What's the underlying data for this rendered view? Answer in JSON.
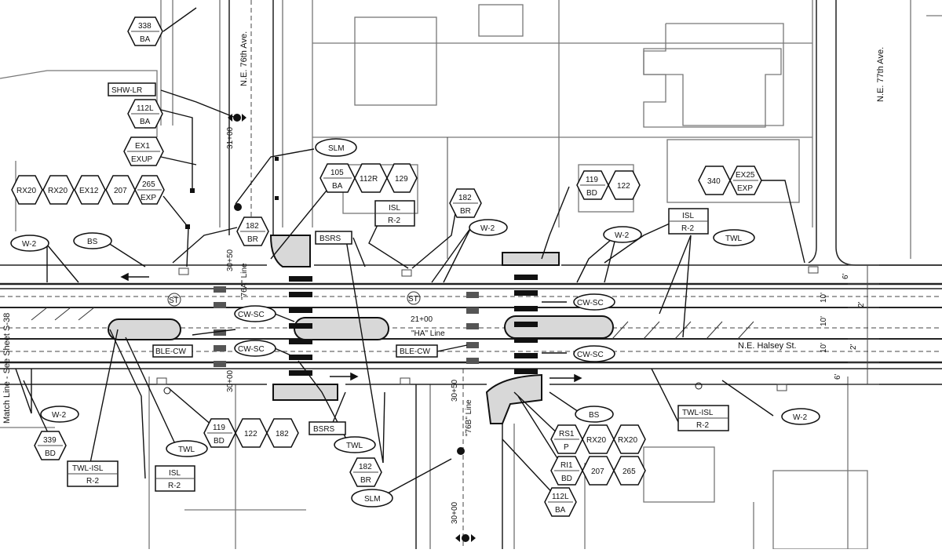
{
  "streets": {
    "ne76": "N.E. 76th Ave.",
    "ne77": "N.E. 77th Ave.",
    "halsey": "N.E. Halsey St.",
    "match_line": "Match Line - See Sheet S-38"
  },
  "stations": {
    "s1": "31+00",
    "s2": "30+50",
    "s3": "30+00",
    "s4": "21+00",
    "s5": "30+50",
    "s6": "30+00"
  },
  "lines": {
    "l76a": "\"76A\" Line",
    "lha": "\"HA\" Line",
    "l76b": "\"76B\" Line"
  },
  "lane_dims": {
    "d1": "6'",
    "d2": "10'",
    "d3": "2'",
    "d4": "10'",
    "d5": "10'",
    "d6": "2'",
    "d7": "6'"
  },
  "tags": {
    "h338": [
      "338",
      "BA"
    ],
    "r_shwlr": "SHW-LR",
    "h112l_a": [
      "112L",
      "BA"
    ],
    "h_ex1": [
      "EX1",
      "EXUP"
    ],
    "h_rx20a": "RX20",
    "h_rx20b": "RX20",
    "h_ex12": "EX12",
    "h_207a": "207",
    "h_265a": [
      "265",
      "EXP"
    ],
    "o_slm_a": "SLM",
    "h105": [
      "105",
      "BA"
    ],
    "h112r": "112R",
    "h129": "129",
    "h119_a": [
      "119",
      "BD"
    ],
    "h122_a": "122",
    "h340": "340",
    "h_ex25": [
      "EX25",
      "EXP"
    ],
    "o_w2_a": "W-2",
    "o_bs_a": "BS",
    "h182_a": [
      "182",
      "BR"
    ],
    "r_bsrs_a": "BSRS",
    "r_isl_a": [
      "ISL",
      "R-2"
    ],
    "h182_b": [
      "182",
      "BR"
    ],
    "o_w2_b": "W-2",
    "o_w2_c": "W-2",
    "r_isl_b": [
      "ISL",
      "R-2"
    ],
    "o_twl_a": "TWL",
    "o_cwsc_a": "CW-SC",
    "o_cwsc_b": "CW-SC",
    "o_cwsc_c": "CW-SC",
    "o_cwsc_d": "CW-SC",
    "r_blecw_a": "BLE-CW",
    "r_blecw_b": "BLE-CW",
    "o_w2_d": "W-2",
    "h339": [
      "339",
      "BD"
    ],
    "r_twlisl_a": [
      "TWL-ISL",
      "R-2"
    ],
    "r_isl_c": [
      "ISL",
      "R-2"
    ],
    "o_twl_b": "TWL",
    "h119_b": [
      "119",
      "BD"
    ],
    "h122_b": "122",
    "h182_c": "182",
    "r_bsrs_b": "BSRS",
    "o_twl_c": "TWL",
    "h182_d": [
      "182",
      "BR"
    ],
    "o_slm_b": "SLM",
    "o_bs_b": "BS",
    "h_rs1": [
      "RS1",
      "P"
    ],
    "h_rx20c": "RX20",
    "h_rx20d": "RX20",
    "h_ri1": [
      "RI1",
      "BD"
    ],
    "h_207b": "207",
    "h_265b": "265",
    "h112l_b": [
      "112L",
      "BA"
    ],
    "r_twlisl_b": [
      "TWL-ISL",
      "R-2"
    ],
    "o_w2_e": "W-2",
    "st1": "ST",
    "st2": "ST"
  },
  "colors": {
    "line": "#222222",
    "building": "#777777",
    "median_fill": "#d8d8d8",
    "crosswalk": "#111111"
  },
  "icons": [
    "signal-head-icon",
    "sign-post-icon",
    "lane-arrow-icon",
    "catch-basin-icon"
  ]
}
